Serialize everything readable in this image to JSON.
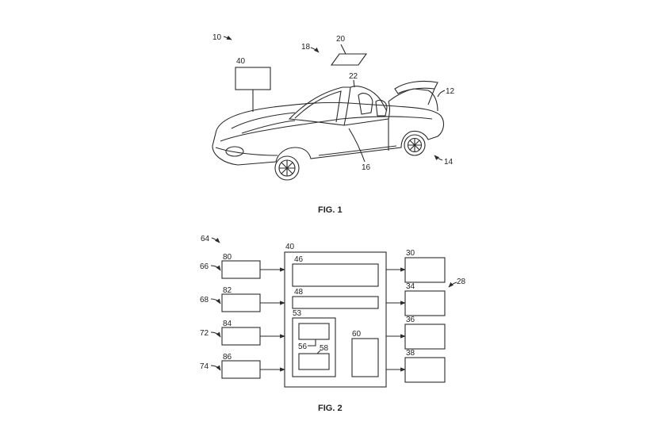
{
  "fig1": {
    "caption": "FIG. 1",
    "labels": {
      "r10": "10",
      "r12": "12",
      "r14": "14",
      "r16": "16",
      "r18": "18",
      "r20": "20",
      "r22": "22",
      "r40": "40"
    }
  },
  "fig2": {
    "caption": "FIG. 2",
    "labels": {
      "r64": "64",
      "r40": "40",
      "r28": "28",
      "r66": "66",
      "r68": "68",
      "r72": "72",
      "r74": "74",
      "r80": "80",
      "r82": "82",
      "r84": "84",
      "r86": "86",
      "r46": "46",
      "r48": "48",
      "r53": "53",
      "r56": "56",
      "r58": "58",
      "r60": "60",
      "r30": "30",
      "r34": "34",
      "r36": "36",
      "r38": "38"
    }
  }
}
